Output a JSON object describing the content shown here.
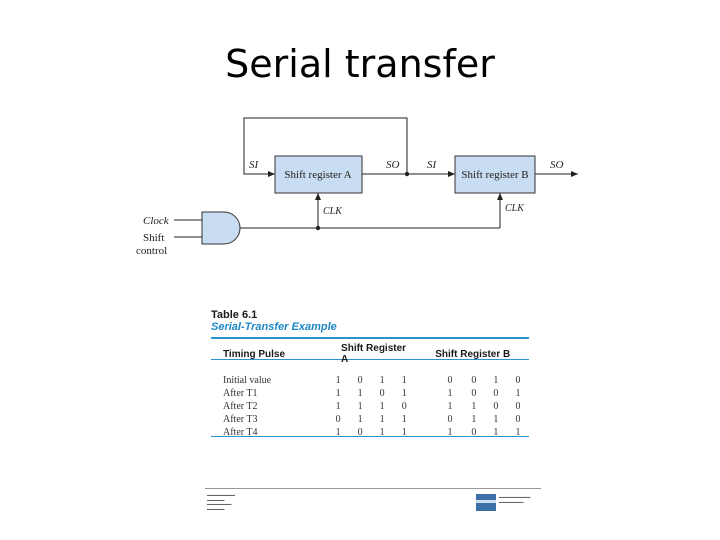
{
  "slide": {
    "title": "Serial transfer"
  },
  "diagram": {
    "register_a_label": "Shift register A",
    "register_b_label": "Shift register B",
    "si_a": "SI",
    "so_a": "SO",
    "si_b": "SI",
    "so_b": "SO",
    "clk_a": "CLK",
    "clk_b": "CLK",
    "clock_input": "Clock",
    "shift_control_line1": "Shift",
    "shift_control_line2": "control"
  },
  "table": {
    "title": "Table 6.1",
    "subtitle": "Serial-Transfer Example",
    "headers": {
      "timing_pulse": "Timing Pulse",
      "shift_register_a": "Shift Register A",
      "shift_register_b": "Shift Register B"
    },
    "rows": [
      {
        "label": "Initial value",
        "a": [
          "1",
          "0",
          "1",
          "1"
        ],
        "b": [
          "0",
          "0",
          "1",
          "0"
        ]
      },
      {
        "label": "After T1",
        "a": [
          "1",
          "1",
          "0",
          "1"
        ],
        "b": [
          "1",
          "0",
          "0",
          "1"
        ]
      },
      {
        "label": "After T2",
        "a": [
          "1",
          "1",
          "1",
          "0"
        ],
        "b": [
          "1",
          "1",
          "0",
          "0"
        ]
      },
      {
        "label": "After T3",
        "a": [
          "0",
          "1",
          "1",
          "1"
        ],
        "b": [
          "0",
          "1",
          "1",
          "0"
        ]
      },
      {
        "label": "After T4",
        "a": [
          "1",
          "0",
          "1",
          "1"
        ],
        "b": [
          "1",
          "0",
          "1",
          "1"
        ]
      }
    ]
  },
  "colors": {
    "register_fill": "#c9ddf2",
    "gate_fill": "#c9ddf2",
    "table_accent": "#2a93d0",
    "subtitle_color": "#1e88c7"
  }
}
